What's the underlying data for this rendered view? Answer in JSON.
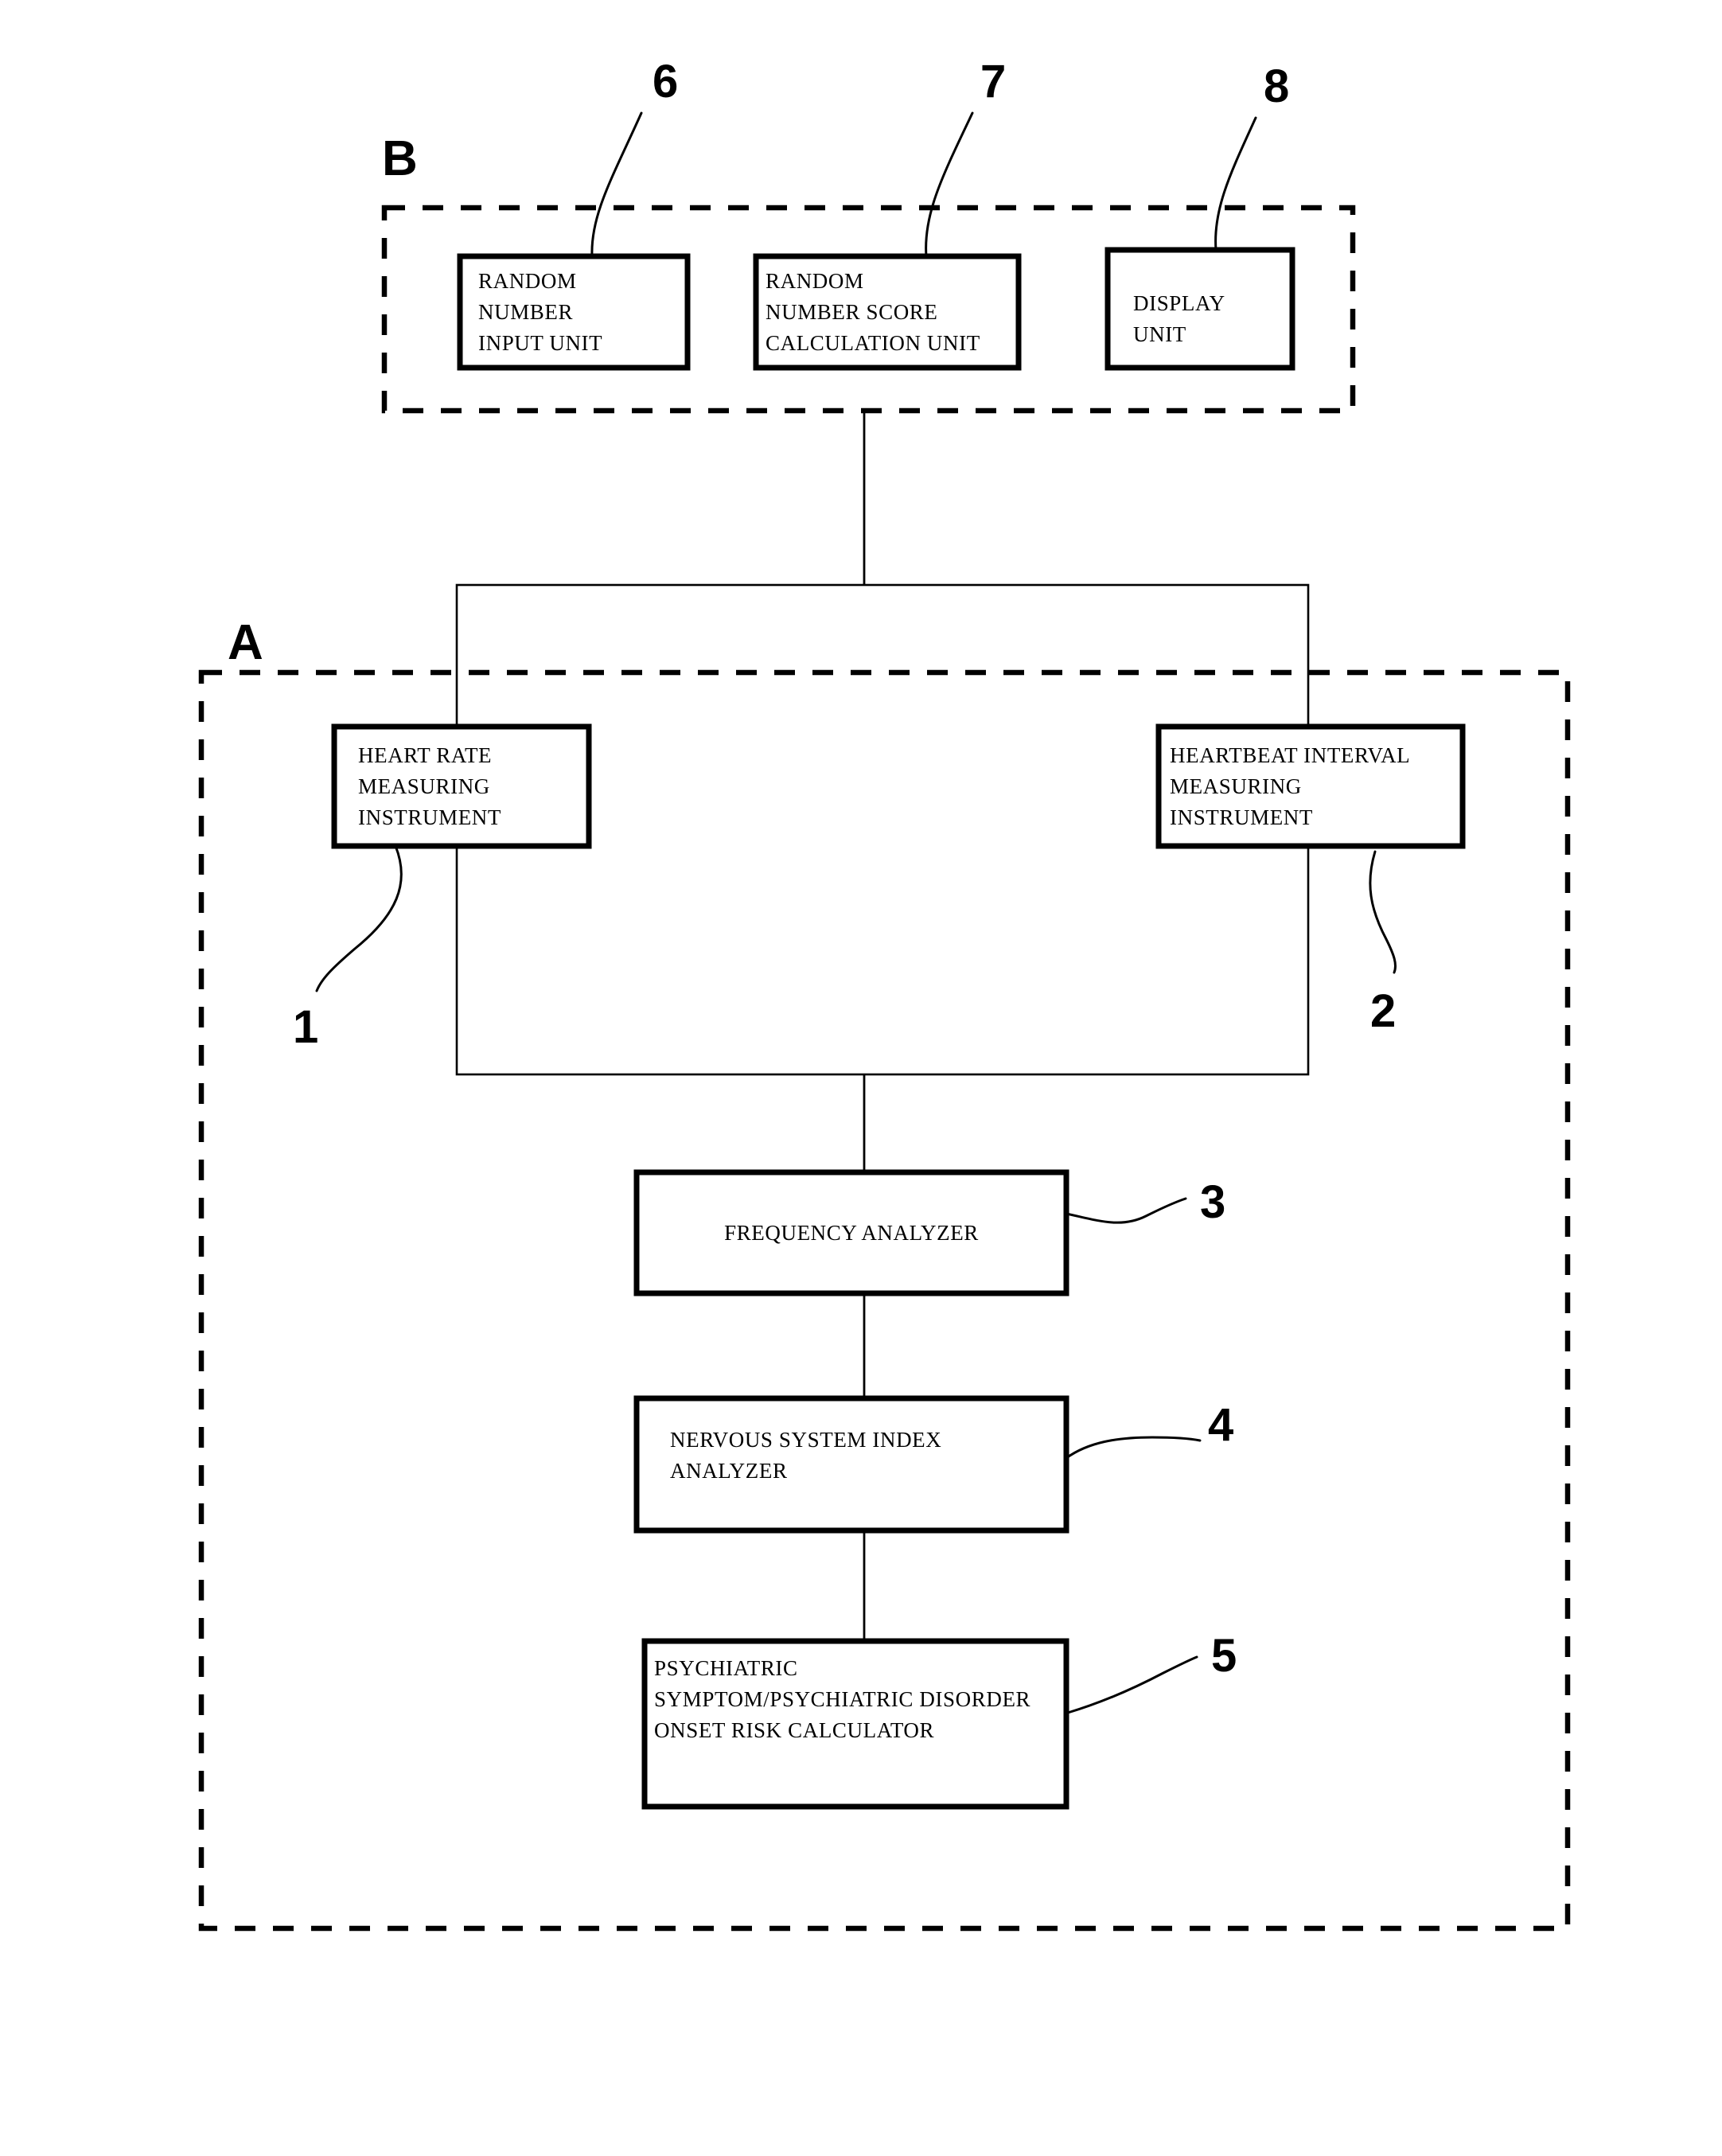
{
  "figure": {
    "type": "patent-block-diagram",
    "background_color": "#ffffff",
    "line_color": "#000000"
  },
  "groups": [
    {
      "id": "group-b",
      "label": "B",
      "boundary": "dashed"
    },
    {
      "id": "group-a",
      "label": "A",
      "boundary": "dashed"
    }
  ],
  "blocks": {
    "random_number_input_unit": {
      "ref": "6",
      "lines": [
        "RANDOM",
        "NUMBER",
        "INPUT UNIT"
      ]
    },
    "random_number_score_calculation_unit": {
      "ref": "7",
      "lines": [
        "RANDOM",
        "NUMBER SCORE",
        "CALCULATION UNIT"
      ]
    },
    "display_unit": {
      "ref": "8",
      "lines": [
        "DISPLAY",
        "UNIT"
      ]
    },
    "heart_rate_measuring_instrument": {
      "ref": "1",
      "lines": [
        "HEART RATE",
        "MEASURING",
        "INSTRUMENT"
      ]
    },
    "heartbeat_interval_measuring_instrument": {
      "ref": "2",
      "lines": [
        "HEARTBEAT INTERVAL",
        "MEASURING",
        "INSTRUMENT"
      ]
    },
    "frequency_analyzer": {
      "ref": "3",
      "lines": [
        "FREQUENCY ANALYZER"
      ]
    },
    "nervous_system_index_analyzer": {
      "ref": "4",
      "lines": [
        "NERVOUS SYSTEM INDEX",
        "ANALYZER"
      ]
    },
    "psychiatric_risk_calculator": {
      "ref": "5",
      "lines": [
        "PSYCHIATRIC",
        "SYMPTOM/PSYCHIATRIC DISORDER",
        "ONSET RISK CALCULATOR"
      ]
    }
  },
  "reference_numerals": [
    "1",
    "2",
    "3",
    "4",
    "5",
    "6",
    "7",
    "8"
  ]
}
